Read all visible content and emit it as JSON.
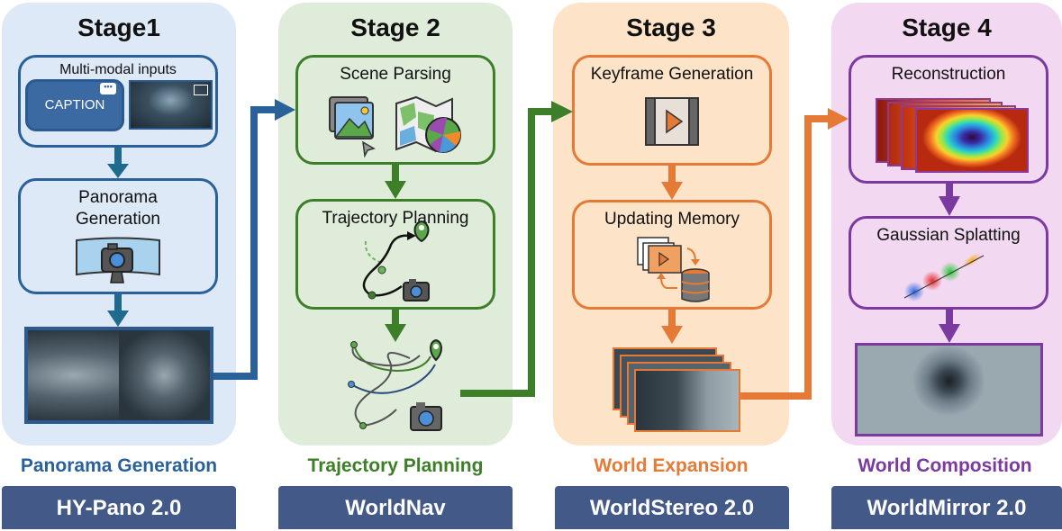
{
  "stages": [
    {
      "title": "Stage1",
      "color": "#2a6199",
      "inputs_label": "Multi-modal inputs",
      "caption_label": "CAPTION",
      "step1": "Panorama",
      "step1b": "Generation",
      "subtitle": "Panorama Generation",
      "model": "HY-Pano 2.0"
    },
    {
      "title": "Stage 2",
      "color": "#3d7f28",
      "step1": "Scene Parsing",
      "step2": "Trajectory Planning",
      "subtitle": "Trajectory Planning",
      "model": "WorldNav"
    },
    {
      "title": "Stage 3",
      "color": "#e47a35",
      "step1": "Keyframe Generation",
      "step2": "Updating Memory",
      "subtitle": "World Expansion",
      "model": "WorldStereo 2.0"
    },
    {
      "title": "Stage 4",
      "color": "#7a3aa0",
      "step1": "Reconstruction",
      "step2": "Gaussian Splatting",
      "subtitle": "World Composition",
      "model": "WorldMirror 2.0"
    }
  ]
}
